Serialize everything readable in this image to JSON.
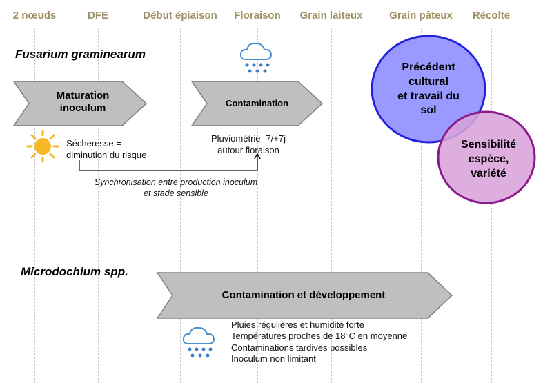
{
  "timeline": [
    "2 nœuds",
    "DFE",
    "Début épiaison",
    "Floraison",
    "Grain laiteux",
    "Grain pâteux",
    "Récolte"
  ],
  "fusarium": {
    "title": "Fusarium graminearum",
    "maturation": [
      "Maturation",
      "inoculum"
    ],
    "contamination": "Contamination",
    "drought": [
      "Sécheresse =",
      "diminution du risque"
    ],
    "rainfall": [
      "Pluviométrie -7/+7j",
      "autour floraison"
    ],
    "sync": [
      "Synchronisation entre production inoculum",
      "et stade sensible"
    ]
  },
  "circles": {
    "precedent": [
      "Précédent",
      "cultural",
      "et travail du",
      "sol"
    ],
    "sensibilite": [
      "Sensibilité",
      "espèce,",
      "variété"
    ]
  },
  "microdochium": {
    "title": "Microdochium spp.",
    "arrow": "Contamination et développement",
    "notes": [
      "Pluies régulières et humidité forte",
      "Températures proches de 18°C en moyenne",
      "Contaminations tardives possibles",
      "Inoculum non limitant"
    ]
  },
  "colors": {
    "header": "#9e9166",
    "arrow_fill": "#bfbfbf",
    "arrow_stroke": "#7f7f7f",
    "circle_blue_fill": "#9999ff",
    "circle_blue_stroke": "#2222dd",
    "circle_purple_fill": "#d9a3d9",
    "circle_purple_stroke": "#8b1a8b",
    "sun": "#f6b926",
    "cloud_stroke": "#4a8fd0",
    "rain": "#3c7fc9"
  }
}
